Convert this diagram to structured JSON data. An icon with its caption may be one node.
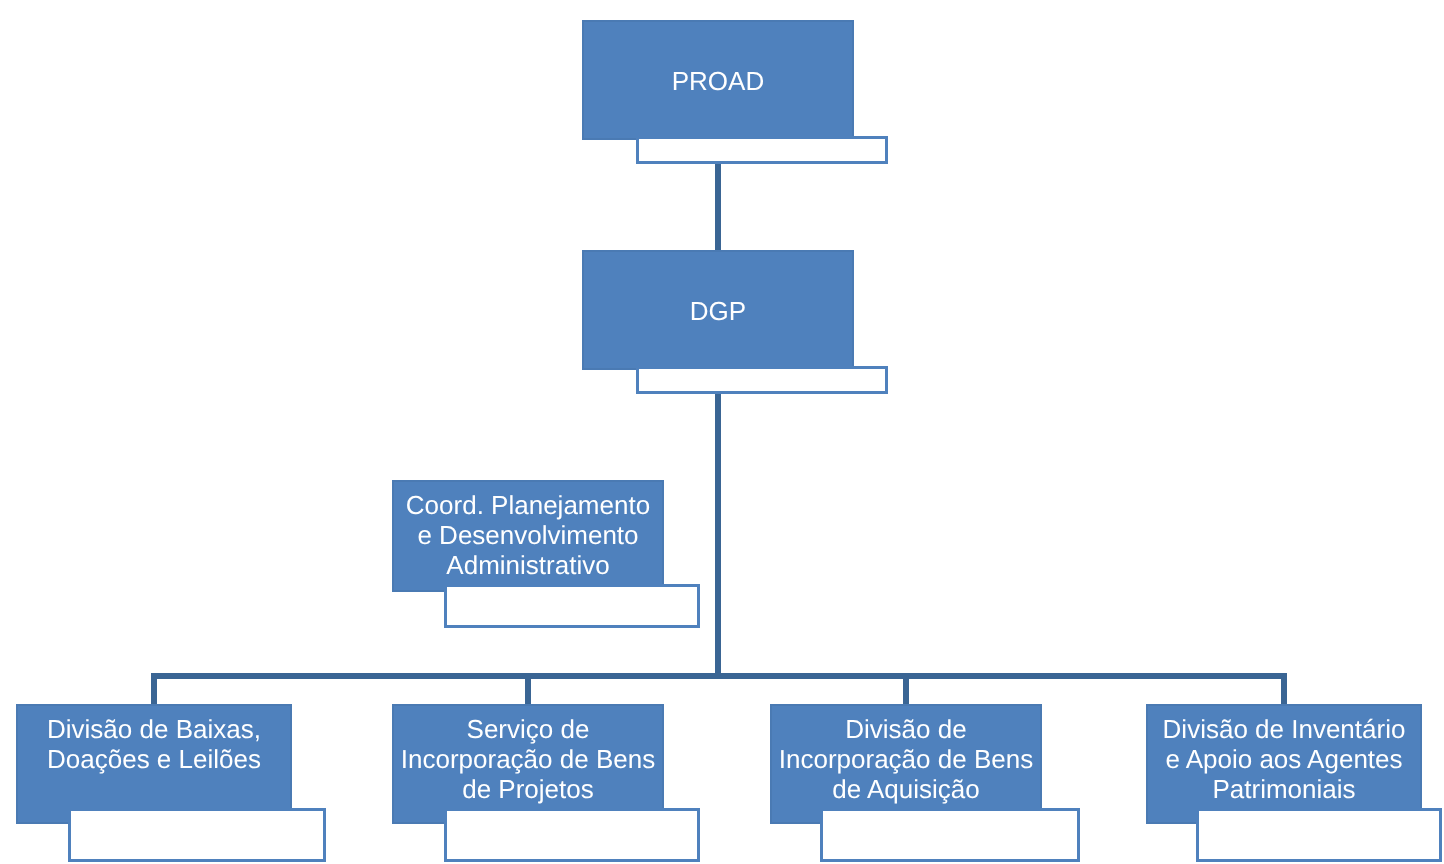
{
  "diagram": {
    "nodes": [
      {
        "text": [
          "PROAD"
        ]
      },
      {
        "text": [
          "DGP"
        ]
      },
      {
        "text": [
          "Coord. Planejamento e Desenvolvimento Administrativo"
        ]
      },
      {
        "text": [
          "Divisão de Baixas, Doações e Leilões"
        ]
      },
      {
        "text": [
          "Serviço de Incorporação de Bens de Projetos"
        ]
      },
      {
        "text": [
          "Divisão de Incorporação de Bens de Aquisição"
        ]
      },
      {
        "text": [
          "Divisão de Inventário e Apoio aos Agentes Patrimoniais"
        ]
      }
    ],
    "edges": [
      {
        "from": 0,
        "to": 1,
        "arrow": "none"
      },
      {
        "from": 1,
        "to": 2,
        "arrow": "none"
      },
      {
        "from": 1,
        "to": 3,
        "arrow": "none"
      },
      {
        "from": 1,
        "to": 4,
        "arrow": "none"
      },
      {
        "from": 1,
        "to": 5,
        "arrow": "none"
      },
      {
        "from": 1,
        "to": 6,
        "arrow": "none"
      }
    ]
  }
}
